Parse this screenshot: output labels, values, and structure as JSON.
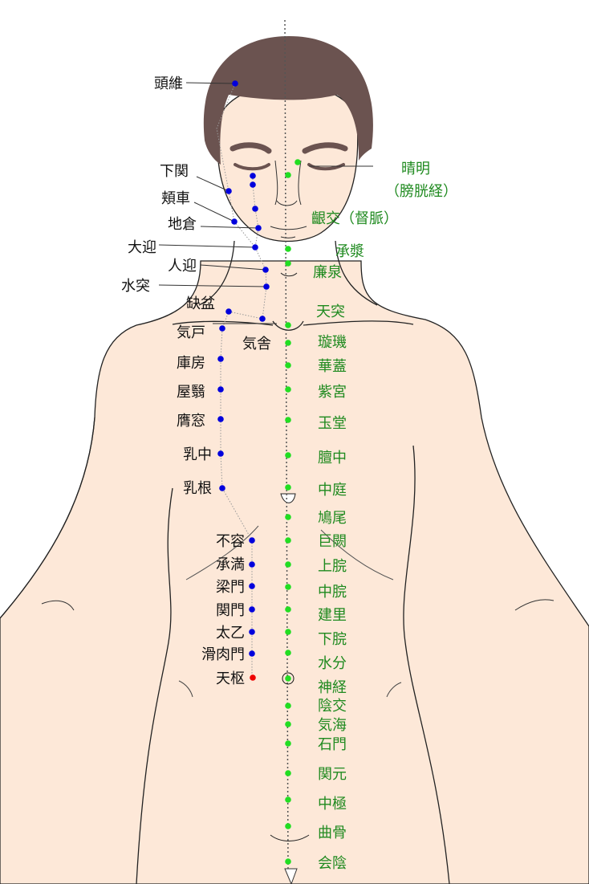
{
  "colors": {
    "skin": "#fde8d8",
    "hair": "#6b5350",
    "stomach_point": "#0000dd",
    "conception_point": "#22dd22",
    "tianshu_point": "#ee0000",
    "label_stomach": "#111111",
    "label_conception": "#1f8a1f"
  },
  "stomach_meridian_labels": [
    "頭維",
    "下関",
    "頬車",
    "地倉",
    "大迎",
    "人迎",
    "水突",
    "缺盆",
    "気舎",
    "気戸",
    "庫房",
    "屋翳",
    "膺窓",
    "乳中",
    "乳根",
    "不容",
    "承満",
    "梁門",
    "関門",
    "太乙",
    "滑肉門",
    "天枢"
  ],
  "conception_vessel_labels": [
    "晴明",
    "（膀胱経）",
    "齦交（督脈）",
    "承漿",
    "廉泉",
    "天突",
    "璇璣",
    "華蓋",
    "紫宮",
    "玉堂",
    "膻中",
    "中庭",
    "鳩尾",
    "巨闕",
    "上脘",
    "中脘",
    "建里",
    "下脘",
    "水分",
    "神経",
    "陰交",
    "気海",
    "石門",
    "関元",
    "中極",
    "曲骨",
    "会陰"
  ]
}
